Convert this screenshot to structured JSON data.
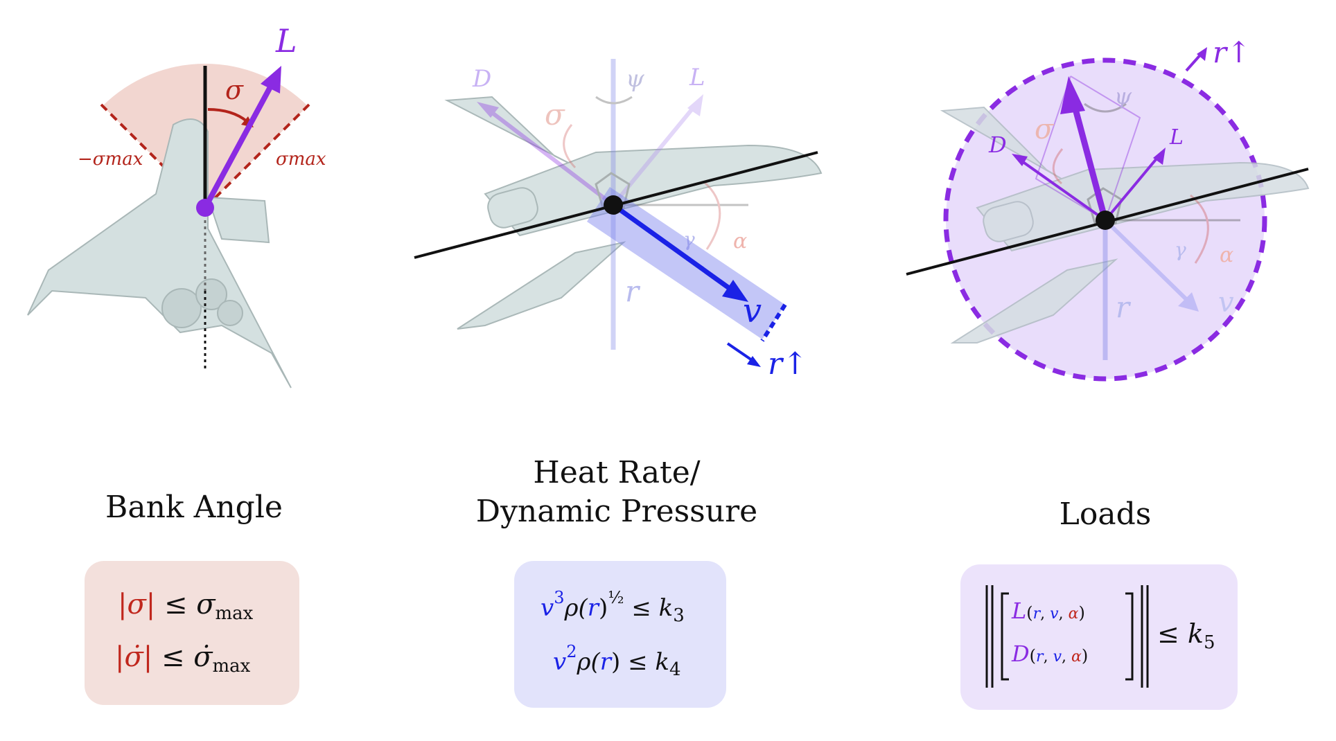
{
  "bank": {
    "title": "Bank Angle",
    "lift_label": "L",
    "sigma_label": "σ",
    "neg_sigma_max_label": "−σmax",
    "sigma_max_label": "σmax",
    "eq1_lhs": "|σ|",
    "eq1_rel": "≤",
    "eq1_rhs": "σ",
    "eq1_rhs_sub": "max",
    "eq2_lhs": "|σ̇|",
    "eq2_rel": "≤",
    "eq2_rhs": "σ̇",
    "eq2_rhs_sub": "max",
    "box_color": "#f3e0dc"
  },
  "heat": {
    "title_line1": "Heat Rate/",
    "title_line2": "Dynamic Pressure",
    "labels": {
      "D": "D",
      "L": "L",
      "psi": "ψ",
      "sigma": "σ",
      "r": "r",
      "v": "v",
      "gamma": "γ",
      "alpha": "α",
      "r_up": "r↑"
    },
    "eq1": {
      "v": "v",
      "exp": "3",
      "rho": "ρ(",
      "r": "r",
      "close": ")",
      "frac": "½",
      "rel": "≤ k",
      "k_sub": "3"
    },
    "eq2": {
      "v": "v",
      "exp": "2",
      "rho": "ρ(",
      "r": "r",
      "close": ")",
      "rel": "≤ k",
      "k_sub": "4"
    },
    "box_color": "#e2e3fb"
  },
  "loads": {
    "title": "Loads",
    "labels": {
      "D": "D",
      "L": "L",
      "psi": "ψ",
      "sigma": "σ",
      "r": "r",
      "v": "v",
      "gamma": "γ",
      "alpha": "α",
      "r_up": "r↑"
    },
    "eq_L": "L",
    "eq_D": "D",
    "eq_args_open": "(",
    "eq_r": "r",
    "eq_v": "v",
    "eq_alpha": "α",
    "eq_comma": ", ",
    "eq_args_close": ")",
    "eq_rel": "≤ k",
    "eq_k_sub": "5",
    "box_color": "#ece3fb"
  },
  "colors": {
    "red": "#c0271d",
    "blue": "#1a22e6",
    "purple": "#8a2be2",
    "black": "#111111"
  }
}
